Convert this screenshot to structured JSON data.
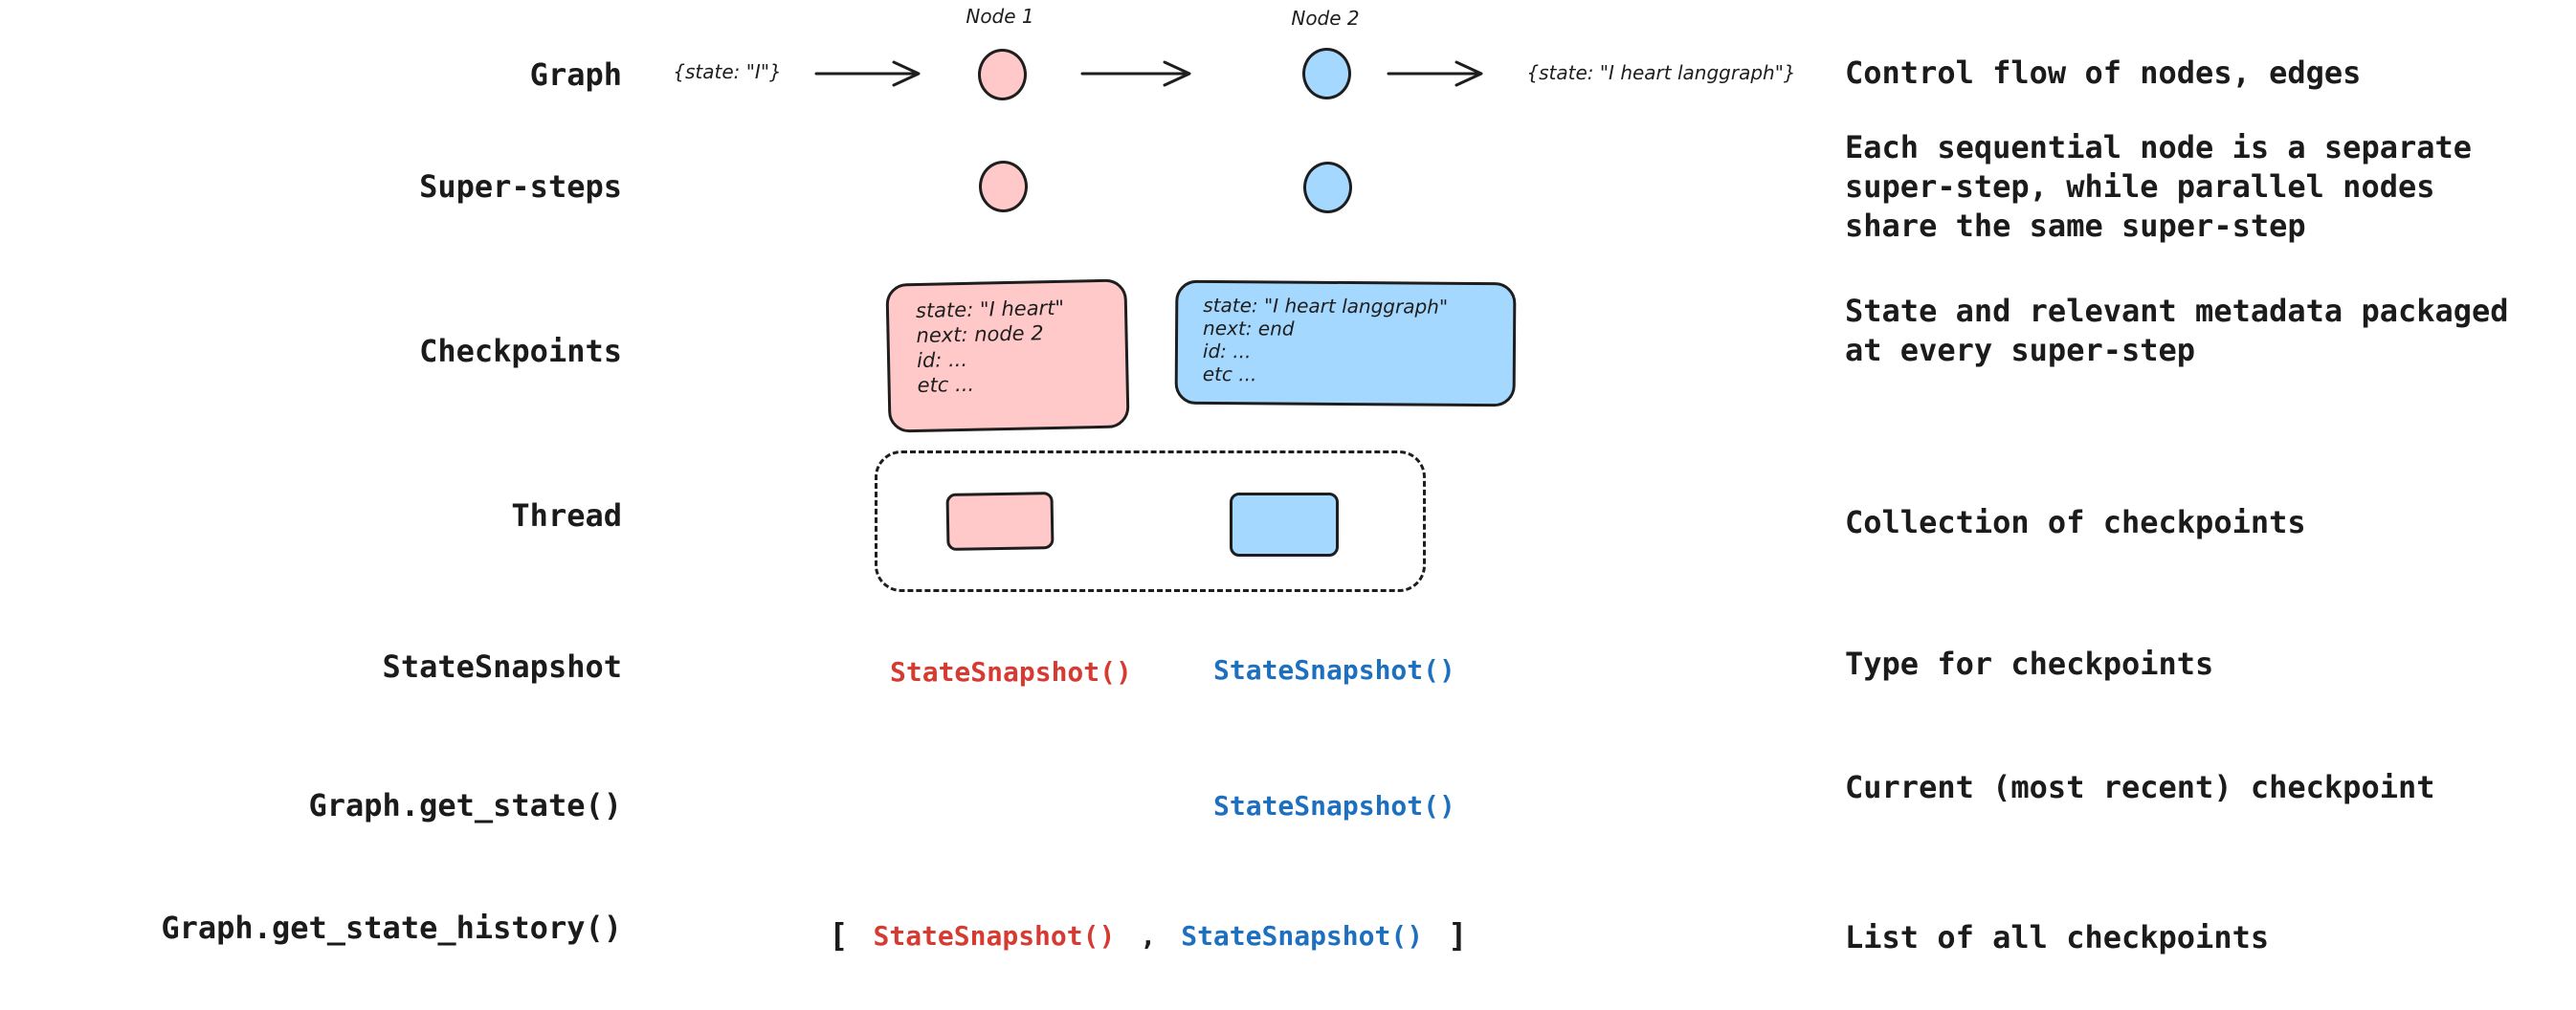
{
  "rows": [
    {
      "id": "graph",
      "label": "Graph",
      "description": "Control flow of nodes, edges"
    },
    {
      "id": "super-steps",
      "label": "Super-steps",
      "description": "Each sequential node is a separate\nsuper-step, while parallel nodes\nshare the same super-step"
    },
    {
      "id": "checkpoints",
      "label": "Checkpoints",
      "description": "State and relevant metadata packaged\nat every super-step"
    },
    {
      "id": "thread",
      "label": "Thread",
      "description": "Collection of checkpoints"
    },
    {
      "id": "statesnapshot",
      "label": "StateSnapshot",
      "description": "Type for checkpoints"
    },
    {
      "id": "get-state",
      "label": "Graph.get_state()",
      "description": "Current (most recent) checkpoint"
    },
    {
      "id": "get-state-history",
      "label": "Graph.get_state_history()",
      "description": "List of all checkpoints"
    }
  ],
  "graph_flow": {
    "input_state": "{state: \"I\"}",
    "node1_label": "Node 1",
    "node2_label": "Node 2",
    "output_state": "{state: \"I heart langgraph\"}"
  },
  "checkpoints": {
    "node1_box_lines": "state: \"I heart\"\nnext: node 2\nid: ...\netc ...",
    "node2_box_lines": "state: \"I heart langgraph\"\nnext: end\nid: ...\netc ..."
  },
  "snapshots": {
    "call": "StateSnapshot()",
    "bracket_open": "[",
    "comma": ",",
    "bracket_close": "]"
  },
  "colors": {
    "node_pink_fill": "#ffc9c9",
    "node_blue_fill": "#a5d8ff",
    "stroke": "#1e1e1e",
    "red_text": "#d63a31",
    "blue_text": "#1d6fc0",
    "black_text": "#1b1b1b"
  }
}
